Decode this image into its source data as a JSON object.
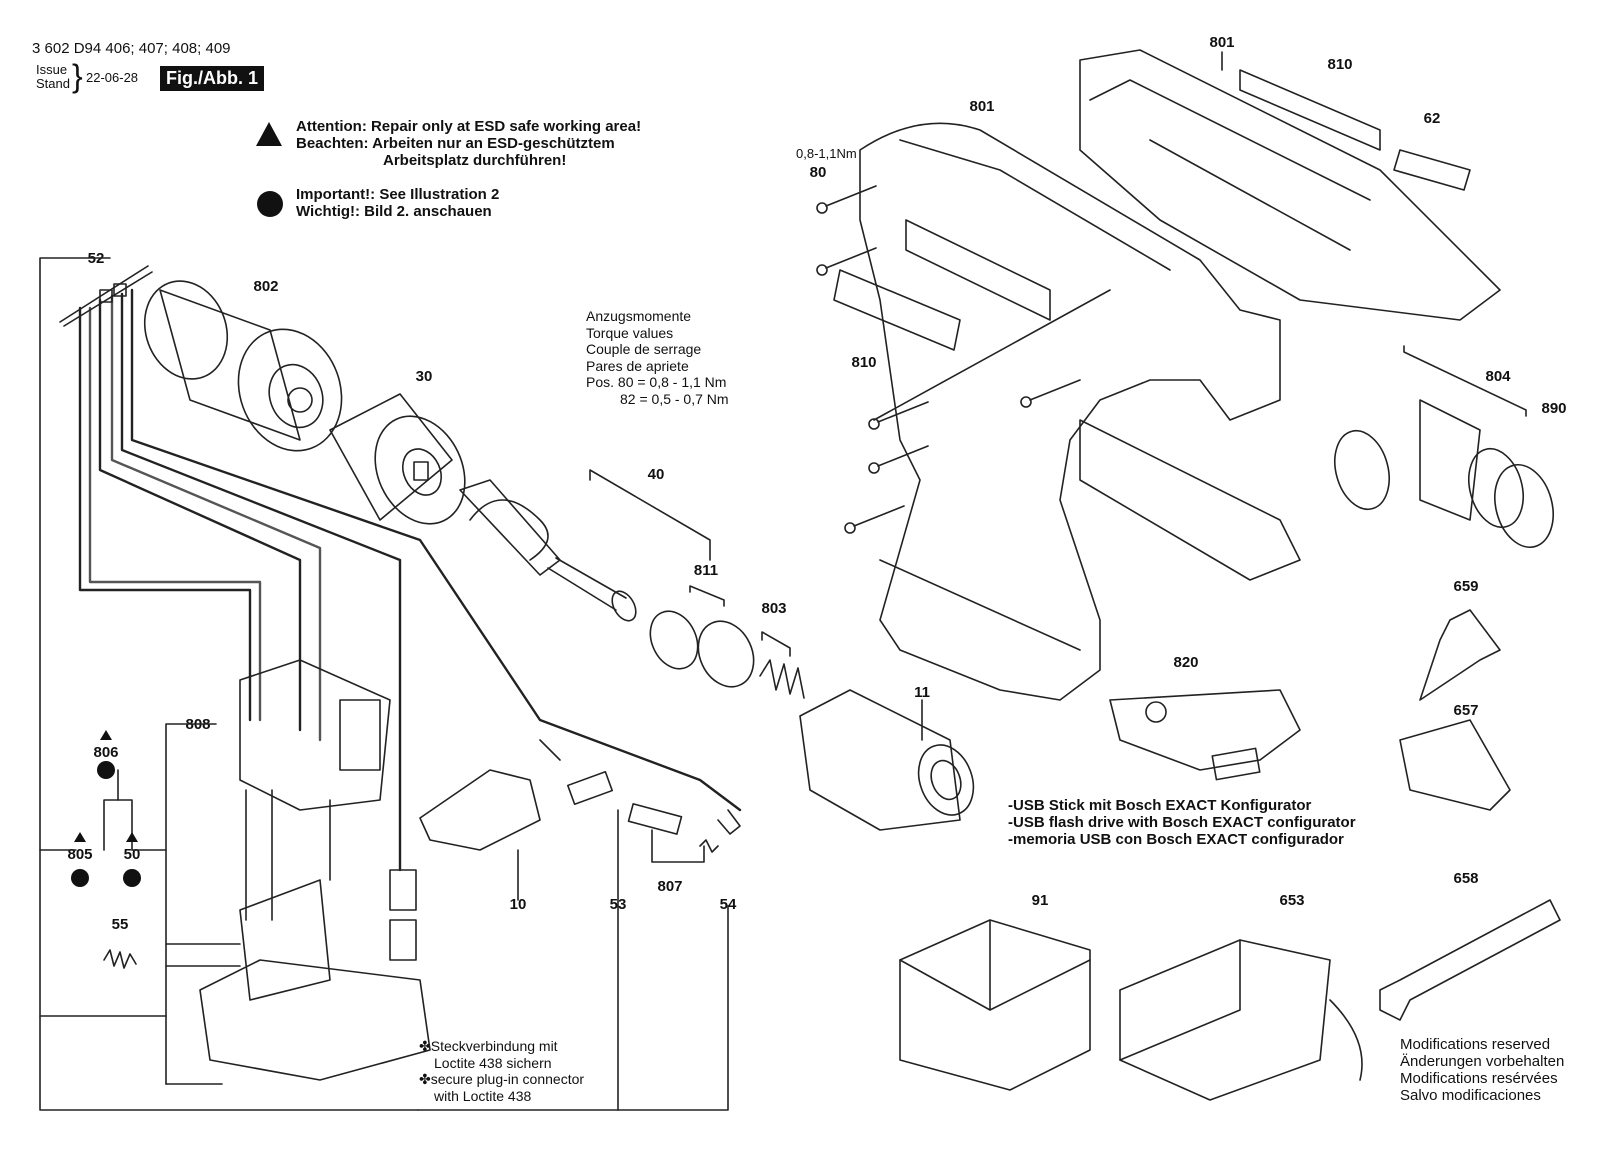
{
  "header": {
    "codes": "3 602 D94 406; 407; 408; 409",
    "issue_label_1": "Issue",
    "issue_label_2": "Stand",
    "date": "22-06-28",
    "fig": "Fig./Abb. 1"
  },
  "notes": {
    "attention_1": "Attention:  Repair only at ESD safe working area!",
    "attention_2": "Beachten:  Arbeiten nur an ESD-geschütztem",
    "attention_3": "Arbeitsplatz durchführen!",
    "important_1": "Important!:  See Illustration 2",
    "important_2": "Wichtig!:     Bild 2. anschauen"
  },
  "torque": {
    "line_1": "Anzugsmomente",
    "line_2": "Torque values",
    "line_3": "Couple de serrage",
    "line_4": "Pares de apriete",
    "line_5": "Pos. 80 =   0,8 -   1,1 Nm",
    "line_6": "82 =   0,5 -   0,7 Nm"
  },
  "screw_torque": "0,8-1,1Nm",
  "usb_notes": {
    "line_1": "-USB Stick mit Bosch EXACT Konfigurator",
    "line_2": "-USB flash drive with Bosch EXACT configurator",
    "line_3": "-memoria USB con Bosch EXACT configurador"
  },
  "loctite": {
    "line_1": "Steckverbindung mit",
    "line_2": "Loctite 438 sichern",
    "line_3": "secure plug-in connector",
    "line_4": "with Loctite 438"
  },
  "modifications": {
    "line_1": "Modifications reserved",
    "line_2": "Änderungen vorbehalten",
    "line_3": "Modifications resérvées",
    "line_4": "Salvo modificaciones"
  },
  "parts": [
    "52",
    "802",
    "30",
    "40",
    "811",
    "803",
    "11",
    "801",
    "801",
    "810",
    "62",
    "80",
    "810",
    "804",
    "890",
    "659",
    "657",
    "658",
    "820",
    "91",
    "653",
    "808",
    "806",
    "805",
    "50",
    "55",
    "10",
    "53",
    "807",
    "54"
  ]
}
